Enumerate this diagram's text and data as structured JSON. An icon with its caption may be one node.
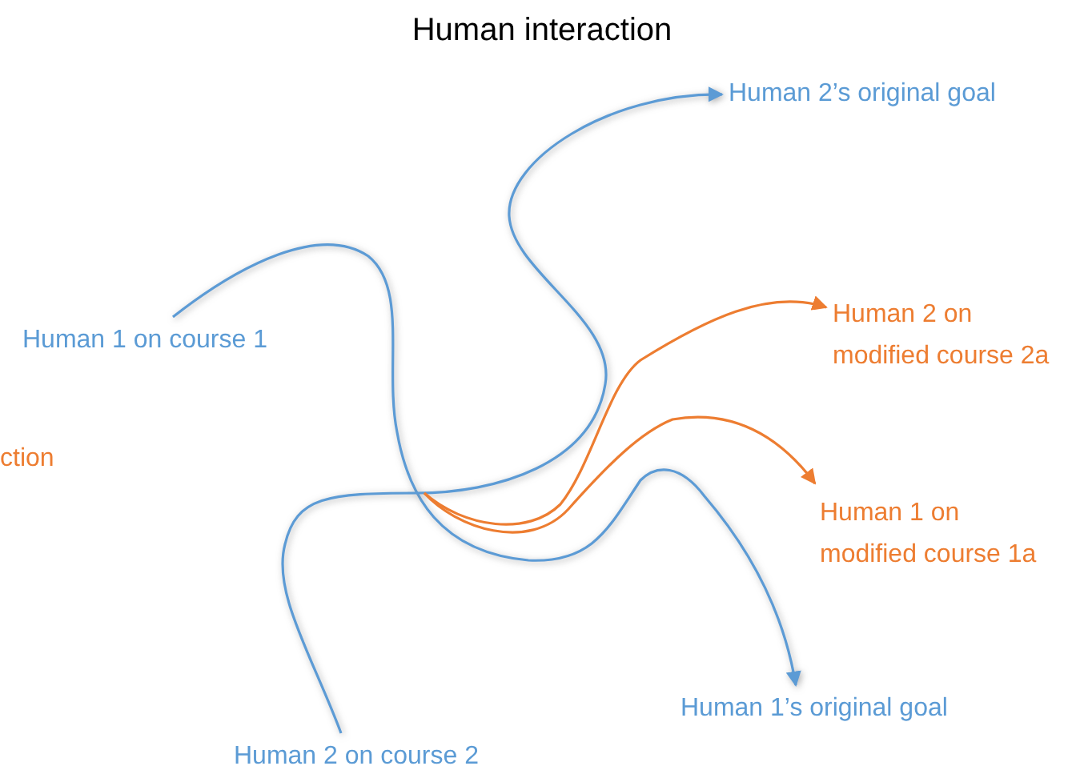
{
  "diagram": {
    "title": "Human interaction",
    "nodes": [
      {
        "text": [
          "Human 2’s original goal"
        ]
      },
      {
        "text": [
          "Human 2 on modified course 2a"
        ]
      },
      {
        "text": [
          "Human 1 on course 1"
        ]
      },
      {
        "text": [
          "Human 1 on modified course 1a"
        ]
      },
      {
        "text": [
          "Human 1’s original goal"
        ]
      },
      {
        "text": [
          "Human 2 on course 2"
        ]
      }
    ],
    "edges": [
      {
        "from": 2,
        "to": 4,
        "arrow": "to"
      },
      {
        "from": 5,
        "to": 0,
        "arrow": "to"
      },
      {
        "from": null,
        "to": 1,
        "arrow": "to",
        "color": "#ed7d31"
      },
      {
        "from": null,
        "to": 3,
        "arrow": "to",
        "color": "#ed7d31"
      }
    ],
    "labels": [
      "ction"
    ]
  }
}
